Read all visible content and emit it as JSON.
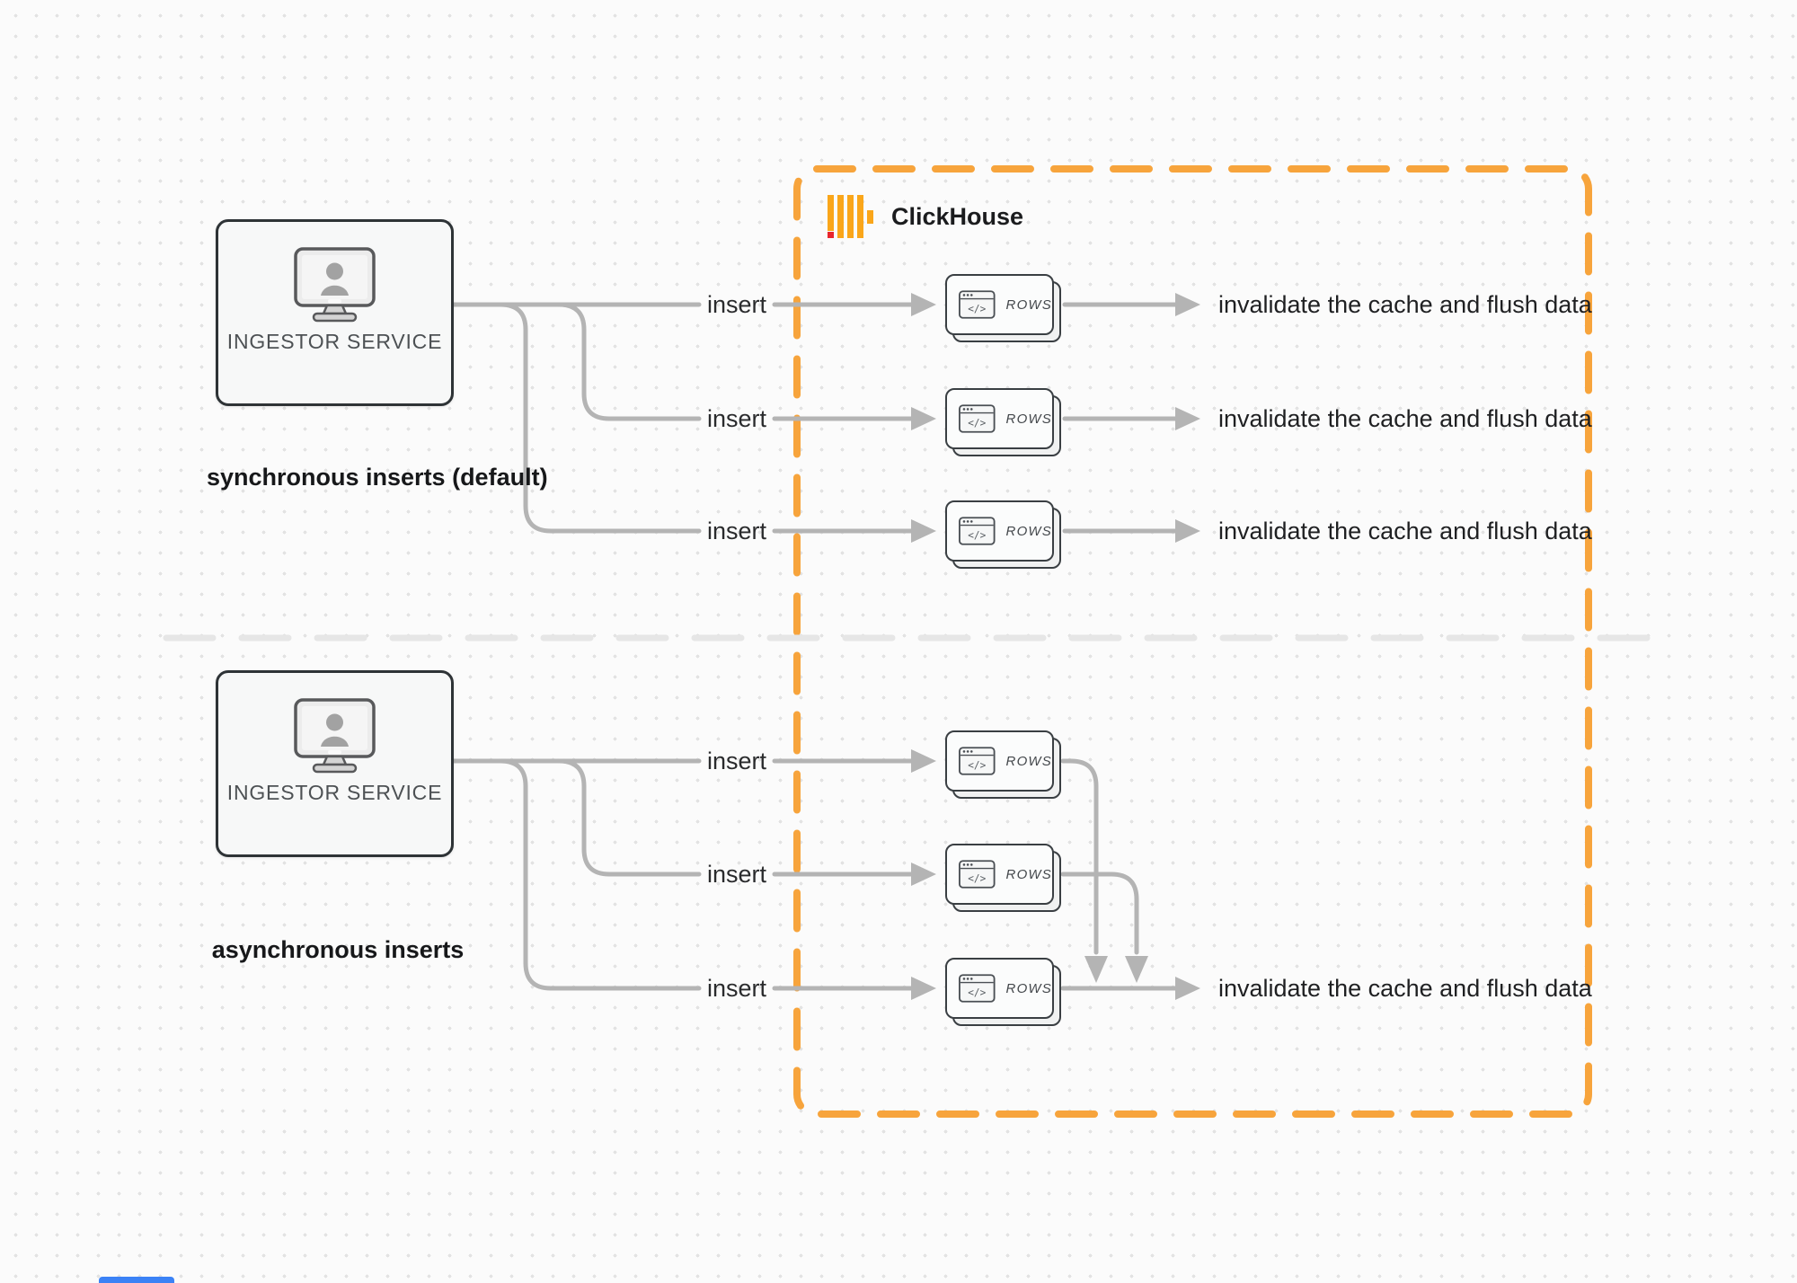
{
  "diagram_title_implicit": "ClickHouse synchronous vs asynchronous inserts",
  "clickhouse": {
    "brand": "ClickHouse",
    "border_color": "#F7A43C",
    "logo_bar_color": "#FAA61A",
    "logo_accent_color": "#E8262D"
  },
  "icons": {
    "code_glyph": "</>",
    "window_icon": "browser-window-icon",
    "monitor_icon": "monitor-user-icon"
  },
  "sync_section": {
    "service_label": "INGESTOR SERVICE",
    "caption": "synchronous inserts (default)",
    "rows": [
      {
        "insert_label": "insert",
        "card_label": "ROWS",
        "result_label": "invalidate the cache and flush data"
      },
      {
        "insert_label": "insert",
        "card_label": "ROWS",
        "result_label": "invalidate the cache and flush data"
      },
      {
        "insert_label": "insert",
        "card_label": "ROWS",
        "result_label": "invalidate the cache and flush data"
      }
    ]
  },
  "async_section": {
    "service_label": "INGESTOR SERVICE",
    "caption": "asynchronous inserts",
    "rows": [
      {
        "insert_label": "insert",
        "card_label": "ROWS"
      },
      {
        "insert_label": "insert",
        "card_label": "ROWS"
      },
      {
        "insert_label": "insert",
        "card_label": "ROWS",
        "result_label": "invalidate the cache and flush data"
      }
    ]
  },
  "colors": {
    "background": "#fbfbfb",
    "grid_dots": "#e3e3e3",
    "connector_gray": "#b4b4b4",
    "divider_gray": "#e6e6e6",
    "box_border": "#2e3336",
    "card_border": "#3a3f43",
    "text_dark": "#1f2022"
  }
}
